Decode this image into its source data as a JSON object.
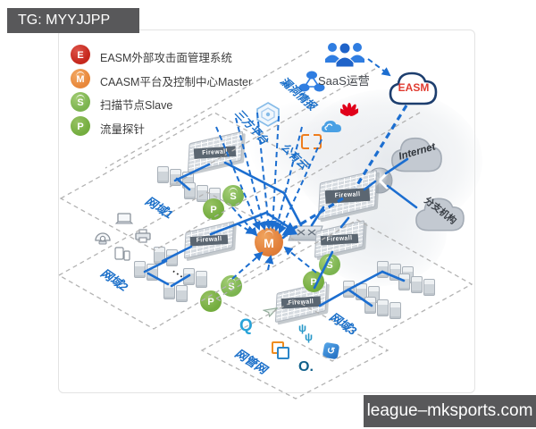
{
  "watermarks": {
    "top": "TG: MYYJJPP",
    "bottom": "league–mksports.com"
  },
  "legend": {
    "items": [
      {
        "letter": "E",
        "label": "EASM外部攻击面管理系统"
      },
      {
        "letter": "M",
        "label": "CAASM平台及控制中心Master"
      },
      {
        "letter": "S",
        "label": "扫描节点Slave"
      },
      {
        "letter": "P",
        "label": "流量探针"
      }
    ]
  },
  "saas": {
    "label": "SaaS运营"
  },
  "sectors": {
    "vuln_intel": "漏洞情报",
    "third_party": "三方平台",
    "public_cloud": "公有云"
  },
  "clouds": {
    "easm": "EASM",
    "internet": "Internet",
    "branch": "分支机构"
  },
  "zones": {
    "zone1": "网域1",
    "zone2": "网域2",
    "zone3": "网域3",
    "mgmt": "网管网"
  },
  "devices": {
    "firewall_label": "Firewall"
  },
  "node_letters": {
    "master": "M",
    "scanner": "S",
    "probe": "P"
  },
  "logos": {
    "q": "Q",
    "o": "O.",
    "refresh": "↺",
    "dots": "···"
  },
  "colors": {
    "accent_blue": "#1c6ed0",
    "label_blue": "#1a6fc9",
    "legend_red": "#c5271d",
    "legend_orange": "#e8873a",
    "legend_green": "#7cb450",
    "easm_text_red": "#e03c31",
    "watermark_bg": "#58585a"
  }
}
